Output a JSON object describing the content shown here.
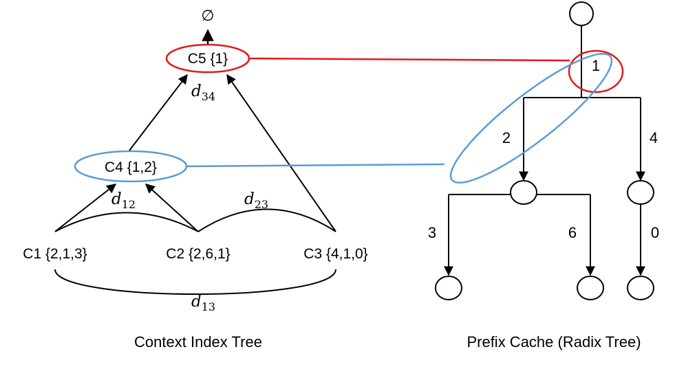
{
  "colors": {
    "highlight_red": "#e5171b",
    "highlight_blue": "#5b9bd5",
    "stroke": "#000000"
  },
  "context_tree": {
    "root_symbol": "∅",
    "nodes": {
      "c5": "C5 {1}",
      "c4": "C4 {1,2}",
      "c1": "C1 {2,1,3}",
      "c2": "C2 {2,6,1}",
      "c3": "C3 {4,1,0}"
    },
    "distances": {
      "d34": {
        "var": "d",
        "sub": "34"
      },
      "d12": {
        "var": "d",
        "sub": "12"
      },
      "d23": {
        "var": "d",
        "sub": "23"
      },
      "d13": {
        "var": "d",
        "sub": "13"
      }
    },
    "caption": "Context Index Tree"
  },
  "radix_tree": {
    "edge_labels": {
      "root_edge": "1",
      "left_edge": "2",
      "right_edge": "4",
      "left_left_edge": "3",
      "left_right_edge": "6",
      "right_child_edge": "0"
    },
    "caption": "Prefix Cache (Radix Tree)"
  }
}
